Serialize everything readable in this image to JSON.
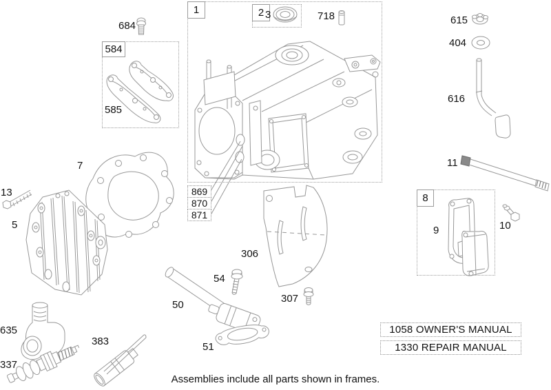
{
  "note": "Assemblies include all parts shown in frames.",
  "colors": {
    "line": "#979797",
    "text": "#101010",
    "frame_border": "#9c9c9c"
  },
  "frames": {
    "f1": "1",
    "f2": "2",
    "f584": "584",
    "f8": "8"
  },
  "callouts": {
    "n684": "684",
    "n585": "585",
    "n3": "3",
    "n718": "718",
    "n615": "615",
    "n404": "404",
    "n616": "616",
    "n11": "11",
    "n7": "7",
    "n13": "13",
    "n5": "5",
    "n869": "869",
    "n870": "870",
    "n871": "871",
    "n9": "9",
    "n10": "10",
    "n306": "306",
    "n307": "307",
    "n54": "54",
    "n50": "50",
    "n51": "51",
    "n635": "635",
    "n383": "383",
    "n337": "337"
  },
  "manuals": {
    "owners": "1058 OWNER'S MANUAL",
    "repair": "1330 REPAIR MANUAL"
  }
}
